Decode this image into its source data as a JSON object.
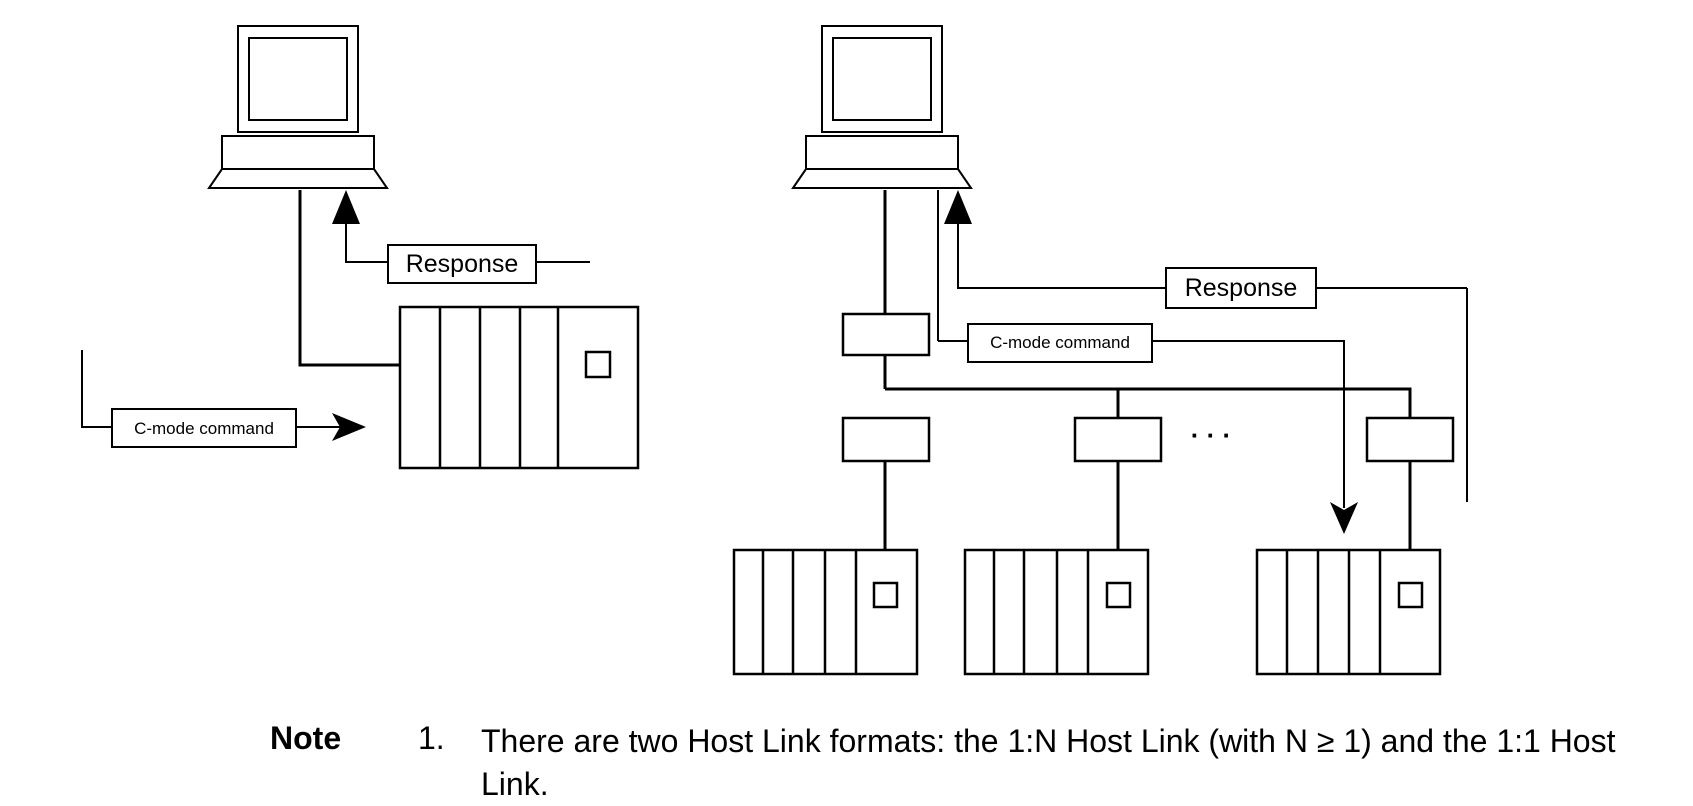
{
  "left_diagram": {
    "response_label": "Response",
    "command_label": "C-mode command"
  },
  "right_diagram": {
    "response_label": "Response",
    "command_label": "C-mode command",
    "ellipsis": "· · ·"
  },
  "note": {
    "heading": "Note",
    "number": "1.",
    "text": "There are two Host Link formats: the 1:N Host Link (with N ≥ 1) and the 1:1 Host Link."
  }
}
